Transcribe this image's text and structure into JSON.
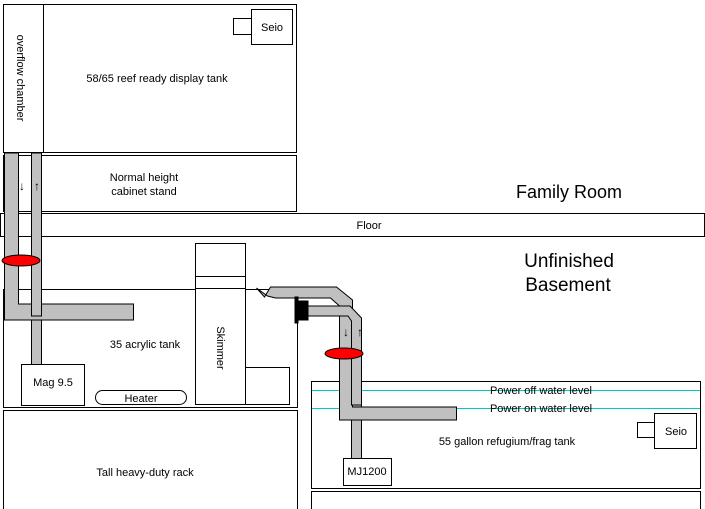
{
  "labels": {
    "display_tank": "58/65 reef ready display tank",
    "overflow_chamber": "overflow chamber",
    "seio_top": "Seio",
    "stand_line1": "Normal height",
    "stand_line2": "cabinet stand",
    "family_room": "Family Room",
    "floor": "Floor",
    "basement_line1": "Unfinished",
    "basement_line2": "Basement",
    "acrylic_tank": "35 acrylic tank",
    "mag": "Mag 9.5",
    "heater": "Heater",
    "skimmer": "Skimmer",
    "power_off": "Power off water level",
    "power_on": "Power on water level",
    "refugium": "55 gallon refugium/frag tank",
    "seio_bottom": "Seio",
    "mj1200": "MJ1200",
    "rack": "Tall heavy-duty rack",
    "arrow_down": "↓",
    "arrow_up": "↑"
  },
  "colors": {
    "pipe": "#c0c0c0",
    "valve": "#ff0000",
    "water_line": "#00c8c8",
    "bulkhead": "#000000"
  }
}
